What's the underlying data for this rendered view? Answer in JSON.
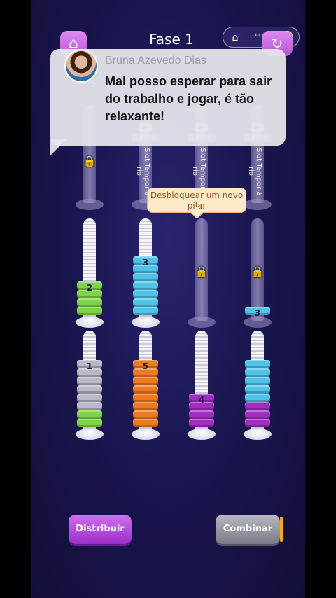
{
  "header": {
    "title": "Fase 1"
  },
  "capsule": {
    "more_label": "···",
    "close_label": "×"
  },
  "pillars": {
    "slot_label": "Slot Tempor á rio",
    "obtain_label": "Obter",
    "unlock_bubble": "Desbloquear um novo pilar"
  },
  "board": {
    "row1": [
      {
        "locked": true
      },
      {
        "locked": false,
        "slot": true
      },
      {
        "locked": false,
        "slot": true
      },
      {
        "locked": false,
        "slot": true
      }
    ],
    "row2": [
      {
        "label": "2",
        "nuts": [
          "#7ed348",
          "#7ed348",
          "#7ed348",
          "#7ed348"
        ]
      },
      {
        "label": "3",
        "nuts": [
          "#4fc3e8",
          "#4fc3e8",
          "#4fc3e8",
          "#4fc3e8",
          "#4fc3e8",
          "#4fc3e8",
          "#4fc3e8"
        ]
      },
      {
        "label": "",
        "nuts": [],
        "locked": true
      },
      {
        "label": "3",
        "nuts": [
          "#4fc3e8"
        ],
        "locked": true
      }
    ],
    "row3": [
      {
        "label": "1",
        "nuts": [
          "#7ed348",
          "#7ed348",
          "#b8b8c8",
          "#b8b8c8",
          "#b8b8c8",
          "#b8b8c8",
          "#b8b8c8",
          "#b8b8c8"
        ]
      },
      {
        "label": "5",
        "nuts": [
          "#f07a22",
          "#f07a22",
          "#f07a22",
          "#f07a22",
          "#f07a22",
          "#f07a22",
          "#f07a22",
          "#f07a22"
        ]
      },
      {
        "label": "4",
        "nuts": [
          "#a12ec0",
          "#a12ec0",
          "#a12ec0",
          "#a12ec0"
        ]
      },
      {
        "label": "",
        "nuts": [
          "#a12ec0",
          "#a12ec0",
          "#a12ec0",
          "#4fc3e8",
          "#4fc3e8",
          "#4fc3e8",
          "#4fc3e8",
          "#4fc3e8"
        ]
      }
    ]
  },
  "buttons": {
    "distribute": "Distribuir",
    "combine": "Combinar"
  },
  "notification": {
    "name": "Bruna Azevedo Dias",
    "message": "Mal posso esperar para sair do trabalho e jogar, é tão relaxante!"
  },
  "colors": {
    "green": "#7ed348",
    "blue": "#4fc3e8",
    "orange": "#f07a22",
    "purple": "#a12ec0",
    "gray": "#b8b8c8",
    "button_purple": "#b455d6"
  }
}
